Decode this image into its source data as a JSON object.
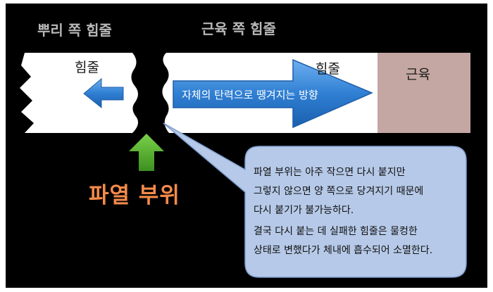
{
  "labels": {
    "root_side_tendon": "뿌리 쪽 힘줄",
    "muscle_side_tendon": "근육 쪽 힘줄",
    "left_fragment_tendon": "힘줄",
    "right_fragment_tendon": "힘줄",
    "muscle": "근육",
    "recoil_arrow_text": "자체의 탄력으로 땡겨지는 방향",
    "rupture_site": "파열 부위"
  },
  "callout": {
    "lines": [
      "파열 부위는 아주 작으면 다시 붙지만",
      "그렇지 않으면 양 쪽으로 당겨지기 때문에",
      "다시 붙기가 불가능하다.",
      "결국 다시 붙는 데 실패한 힘줄은 물컹한",
      "상태로 변했다가 체내에 흡수되어 소멸한다."
    ]
  },
  "colors": {
    "background": "#000000",
    "tendon": "#ffffff",
    "muscle": "#c4a7a2",
    "arrow_blue": "#3b86d6",
    "green_arrow": "#4ea72c",
    "rupture_text": "#f58a4a",
    "callout_fill": "#b6c9e8"
  },
  "icons": {
    "left_arrow": "left-arrow-icon",
    "up_arrow": "up-arrow-icon"
  }
}
